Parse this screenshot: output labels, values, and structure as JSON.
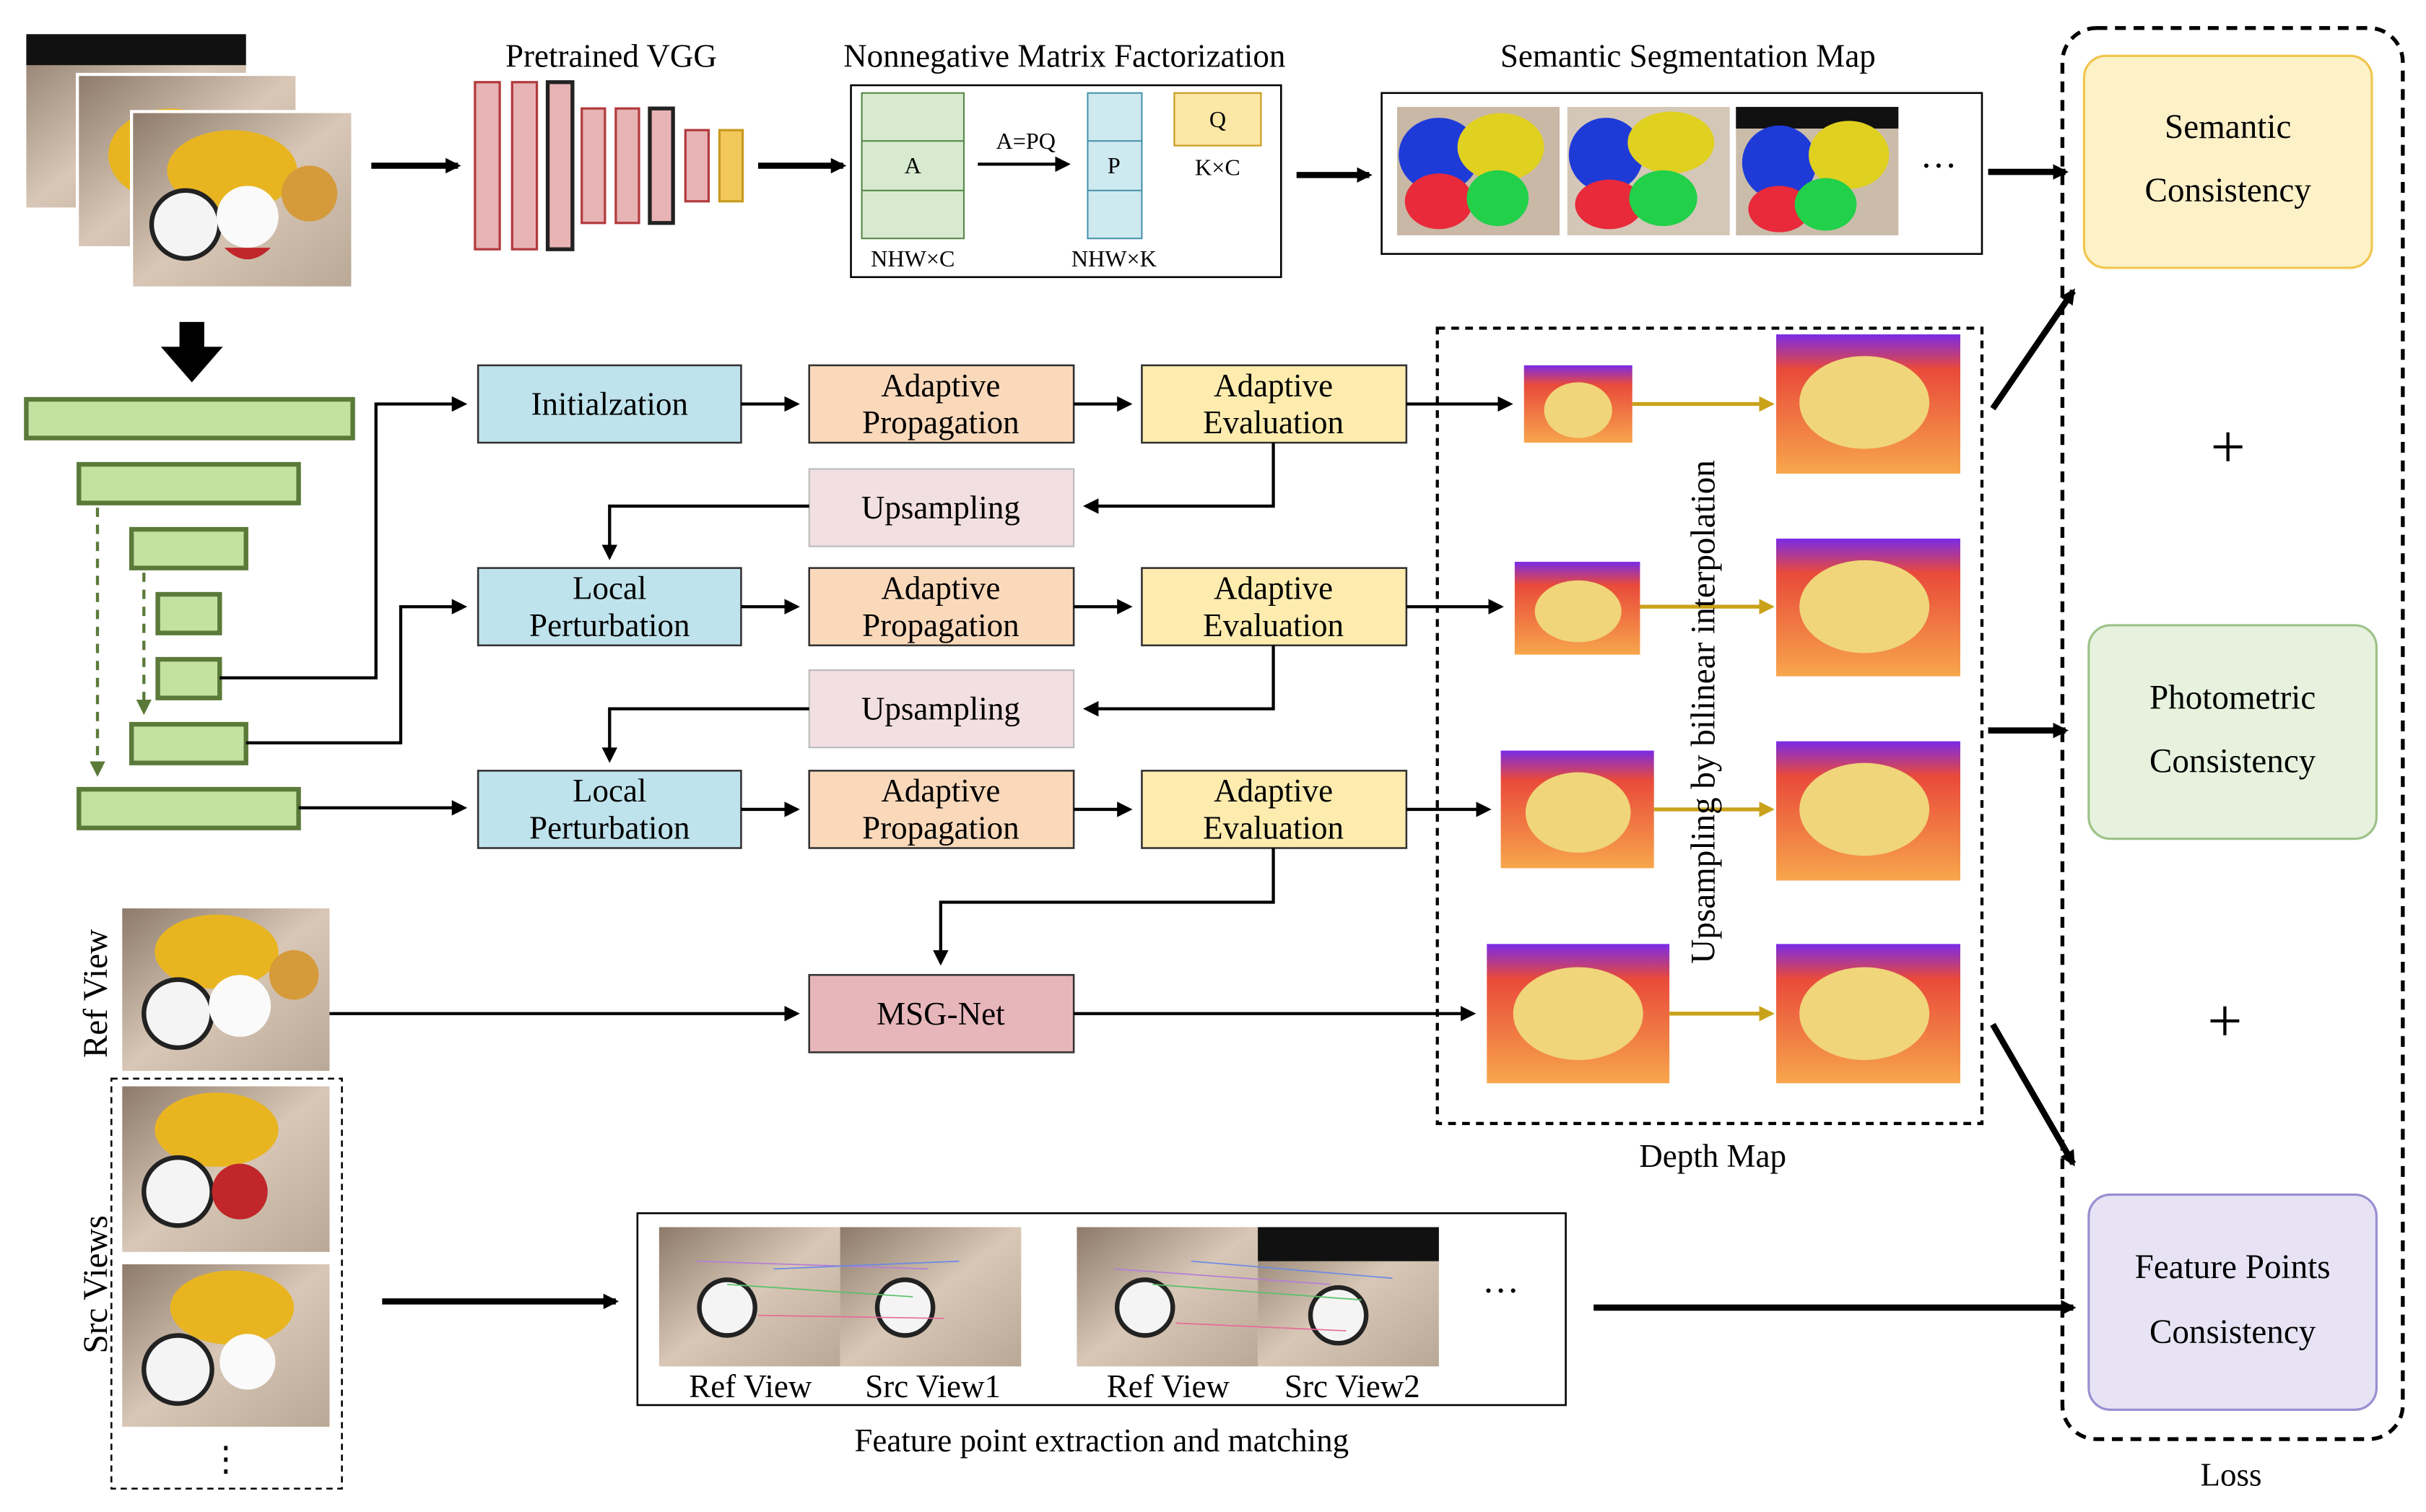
{
  "title": "",
  "colors": {
    "vgg_pink": "#e8b3b5",
    "vgg_dark": "#2b2b2b",
    "vgg_yellow": "#f2c75c",
    "nmf_green": "#d7ead0",
    "nmf_blue": "#cfe9f1",
    "nmf_q": "#fbe7a6",
    "init_blue": "#bfe3ec",
    "prop_orange": "#fad9bb",
    "eval_yellow": "#fdecae",
    "ups_pink": "#f2dfe2",
    "msg_pink": "#e7b6bb",
    "pyramid_green": "#c3e2a1",
    "pyramid_border": "#5b7a3a",
    "semantic_fill": "#fdf1c8",
    "semantic_border": "#f0c64e",
    "photo_fill": "#e6f2dd",
    "photo_border": "#9ec28a",
    "feature_fill": "#e7e3f5",
    "feature_border": "#9a8fd0",
    "interp_arrow": "#c9a21a"
  },
  "labels": {
    "pretrained_vgg": "Pretrained VGG",
    "nmf_title": "Nonnegative Matrix Factorization",
    "seg_title": "Semantic Segmentation Map",
    "nmf_a": "A",
    "nmf_eq": "A=PQ",
    "nmf_p": "P",
    "nmf_q": "Q",
    "nmf_kxc": "K×C",
    "nmf_nhwc": "NHW×C",
    "nmf_nhwk": "NHW×K",
    "ellipsis": "···",
    "vellipsis": "⋮",
    "plus": "+",
    "initialization": "Initialzation",
    "adaptive_prop_1": "Adaptive",
    "adaptive_prop_2": "Propagation",
    "adaptive_eval_1": "Adaptive",
    "adaptive_eval_2": "Evaluation",
    "upsampling": "Upsampling",
    "local_pert_1": "Local",
    "local_pert_2": "Perturbation",
    "msg_net": "MSG-Net",
    "upsampling_bilinear": "Upsampling by bilinear interpolation",
    "depth_map": "Depth Map",
    "ref_view": "Ref View",
    "src_views": "Src Views",
    "match_ref1": "Ref View",
    "match_src1": "Src View1",
    "match_ref2": "Ref View",
    "match_src2": "Src View2",
    "feature_extraction": "Feature point extraction and matching",
    "loss": "Loss",
    "semantic_1": "Semantic",
    "semantic_2": "Consistency",
    "photometric_1": "Photometric",
    "photometric_2": "Consistency",
    "feature_1": "Feature Points",
    "feature_2": "Consistency"
  }
}
